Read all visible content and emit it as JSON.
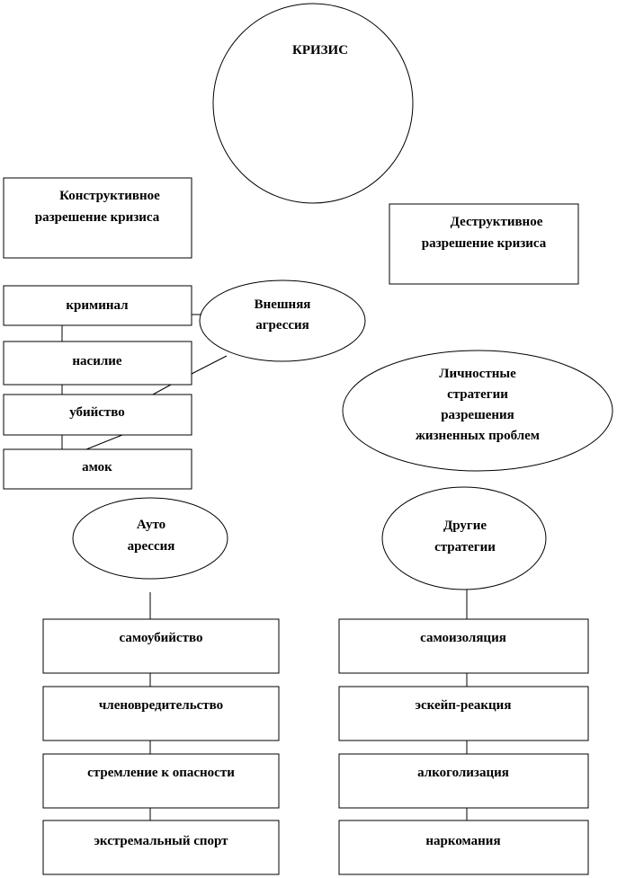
{
  "crisis": {
    "label": "КРИЗИС"
  },
  "constructive": {
    "line1": "Конструктивное",
    "line2": "разрешение кризиса"
  },
  "destructive": {
    "line1": "Деструктивное",
    "line2": "разрешение кризиса"
  },
  "external_aggression": {
    "line1": "Внешняя",
    "line2": "агрессия",
    "items": [
      "криминал",
      "насилие",
      "убийство",
      "амок"
    ]
  },
  "personal_strategies": {
    "line1": "Личностные",
    "line2": "стратегии",
    "line3": "разрешения",
    "line4": "жизненных проблем"
  },
  "auto_aggression": {
    "line1": "Ауто",
    "line2": "арессия",
    "items": [
      "самоубийство",
      "членовредительство",
      "стремление к опасности",
      "экстремальный спорт"
    ]
  },
  "other_strategies": {
    "line1": "Другие",
    "line2": "стратегии",
    "items": [
      "самоизоляция",
      "эскейп-реакция",
      "алкоголизация",
      "наркомания"
    ]
  }
}
